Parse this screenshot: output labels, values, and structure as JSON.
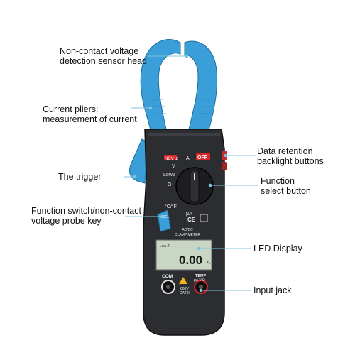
{
  "callouts": {
    "sensor_head": [
      "Non-contact voltage",
      "detection sensor head"
    ],
    "current_pliers": [
      "Current pliers:",
      "measurement of current"
    ],
    "trigger": [
      "The trigger"
    ],
    "function_key": [
      "Function switch/non-contact",
      "voltage probe key"
    ],
    "data_retention": [
      "Data retention",
      "backlight buttons"
    ],
    "function_select": [
      "Function",
      "select button"
    ],
    "led_display": [
      "LED Display"
    ],
    "input_jack": [
      "Input jack"
    ]
  },
  "device": {
    "ncv_label": "NCV",
    "hz_label": "Hz",
    "a_label": "A",
    "off_label": "OFF",
    "v_label": "V",
    "lowz_label": "LowZ",
    "ohm_label": "Ω",
    "temp_label": "°C/°F",
    "ua_label": "μA",
    "ce_mark": "CE",
    "model_line1": "AC/DC",
    "model_line2": "CLAMP METER",
    "lcd_lowz": "Low Z",
    "lcd_reading": "0.00",
    "lcd_unit": "A",
    "com_label": "COM",
    "temp_jack": "TEMP",
    "jack_sub": "μA V Ω",
    "cat_line1": "600V",
    "cat_line2": "CAT III",
    "sel_label": "SEL"
  },
  "colors": {
    "clamp_blue": "#3a9fd8",
    "body": "#2b2d31",
    "dial": "#1c1d20",
    "off_red": "#d7262b",
    "lcd": "#c9d6c4",
    "leader": "#7fc4dc"
  }
}
